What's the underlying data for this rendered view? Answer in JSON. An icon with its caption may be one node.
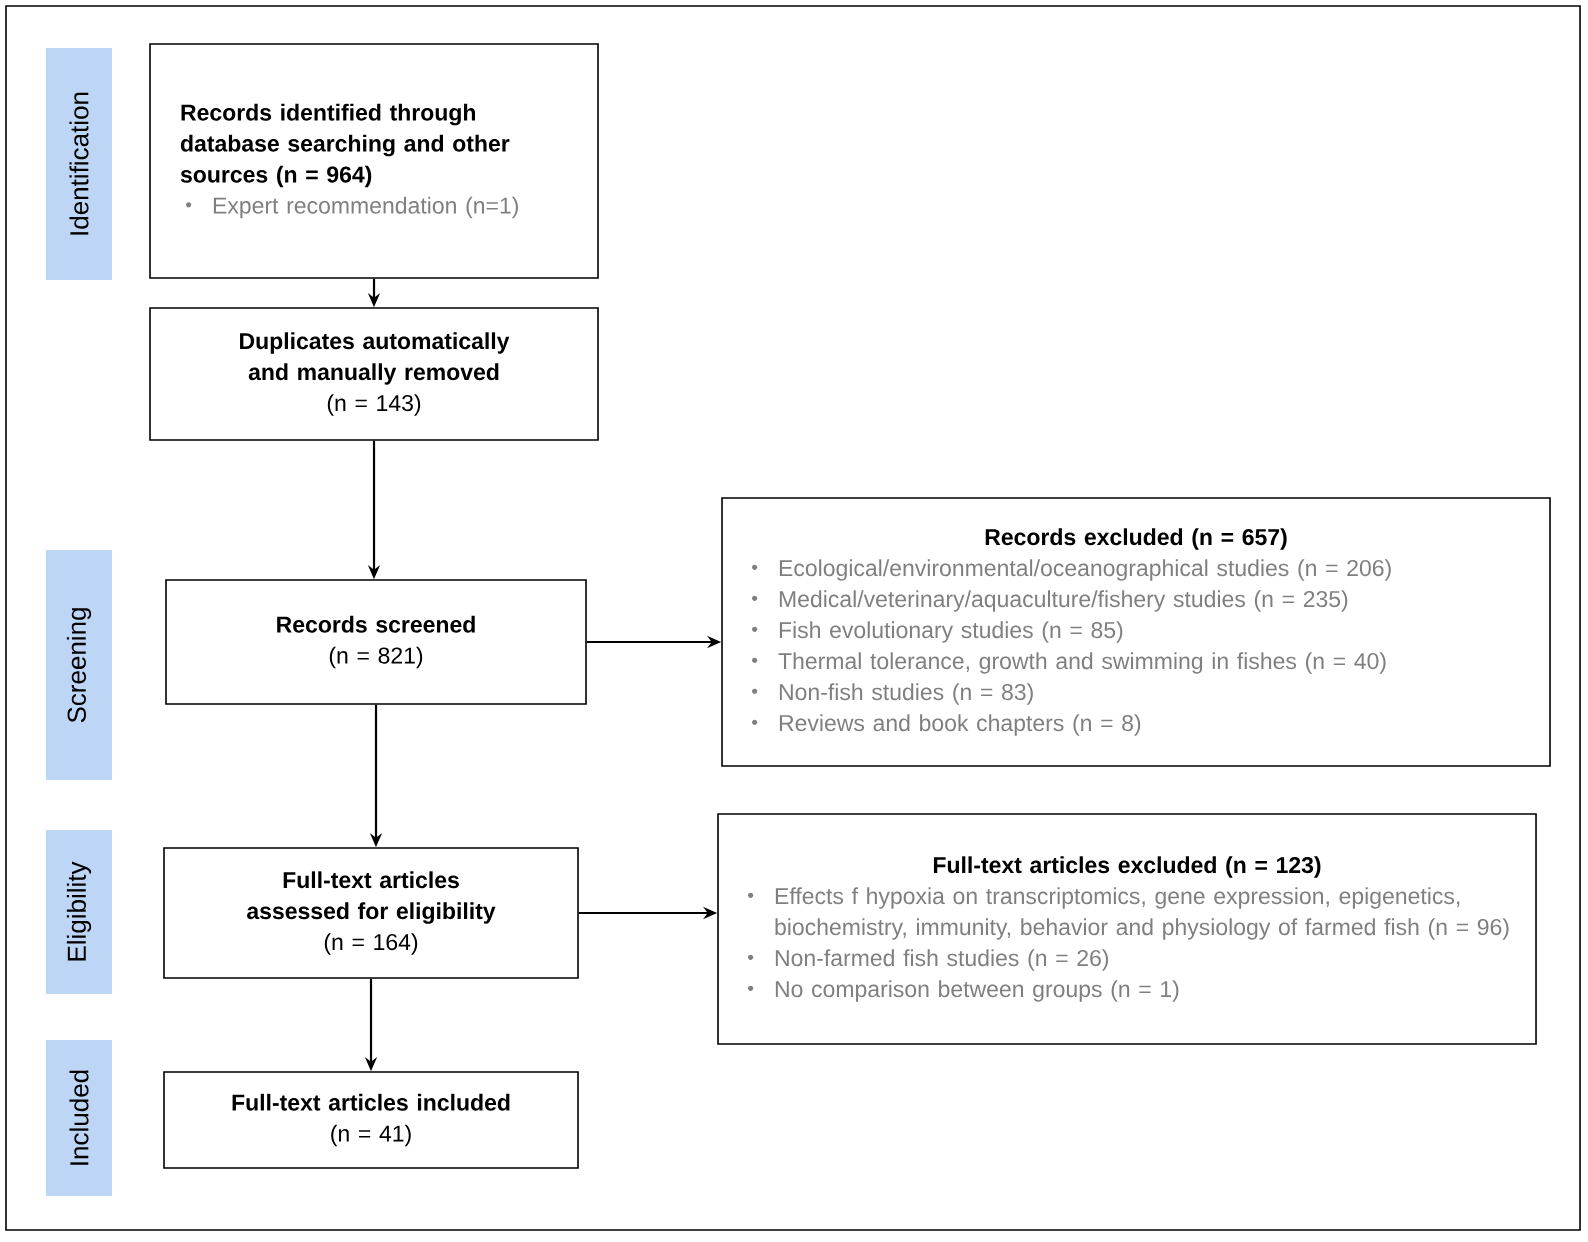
{
  "diagram": {
    "nodes": [
      {
        "text": [
          "Identification"
        ]
      },
      {
        "text": [
          "Records identified through database searching and other sources (n = 964)",
          "Expert recommendation (n=1)"
        ]
      },
      {
        "text": [
          "Duplicates automatically and manually removed",
          "(n = 143)"
        ]
      },
      {
        "text": [
          "Screening"
        ]
      },
      {
        "text": [
          "Records screened",
          "(n = 821)"
        ]
      },
      {
        "text": [
          "Records excluded (n = 657)",
          "Ecological/environmental/oceanographical studies (n = 206)",
          "Medical/veterinary/aquaculture/fishery studies (n = 235)",
          "Fish evolutionary studies (n = 85)",
          "Thermal tolerance, growth and swimming in fishes (n = 40)",
          "Non-fish studies (n = 83)",
          "Reviews and book chapters (n = 8)"
        ]
      },
      {
        "text": [
          "Eligibility"
        ]
      },
      {
        "text": [
          "Full-text articles assessed for eligibility",
          "(n = 164)"
        ]
      },
      {
        "text": [
          "Full-text articles excluded (n = 123)",
          "Effects f hypoxia on transcriptomics, gene expression, epigenetics, biochemistry, immunity, behavior and physiology of farmed fish (n = 96)",
          "Non-farmed fish studies (n = 26)",
          "No comparison between groups (n = 1)"
        ]
      },
      {
        "text": [
          "Included"
        ]
      },
      {
        "text": [
          "Full-text articles included",
          "(n = 41)"
        ]
      }
    ],
    "edges": [
      {
        "from": 1,
        "to": 2,
        "arrow": "to"
      },
      {
        "from": 2,
        "to": 4,
        "arrow": "to"
      },
      {
        "from": 4,
        "to": 5,
        "arrow": "to"
      },
      {
        "from": 4,
        "to": 7,
        "arrow": "to"
      },
      {
        "from": 7,
        "to": 8,
        "arrow": "to"
      },
      {
        "from": 7,
        "to": 10,
        "arrow": "to"
      }
    ]
  }
}
